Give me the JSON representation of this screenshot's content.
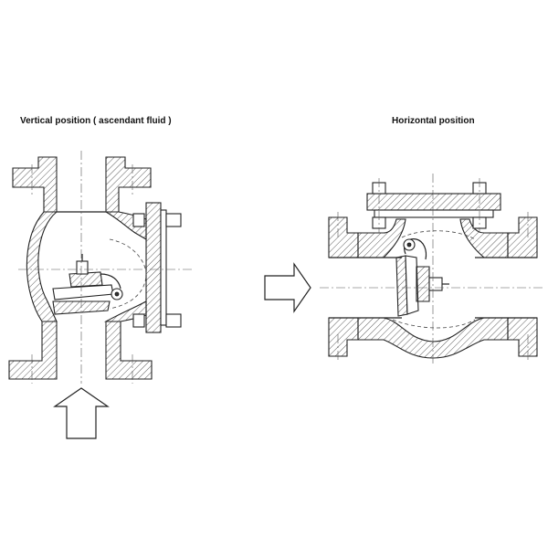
{
  "captions": {
    "vertical": "Vertical position ( ascendant fluid )",
    "horizontal": "Horizontal position"
  },
  "arrows": {
    "vertical_flow": "up",
    "horizontal_flow": "right"
  }
}
